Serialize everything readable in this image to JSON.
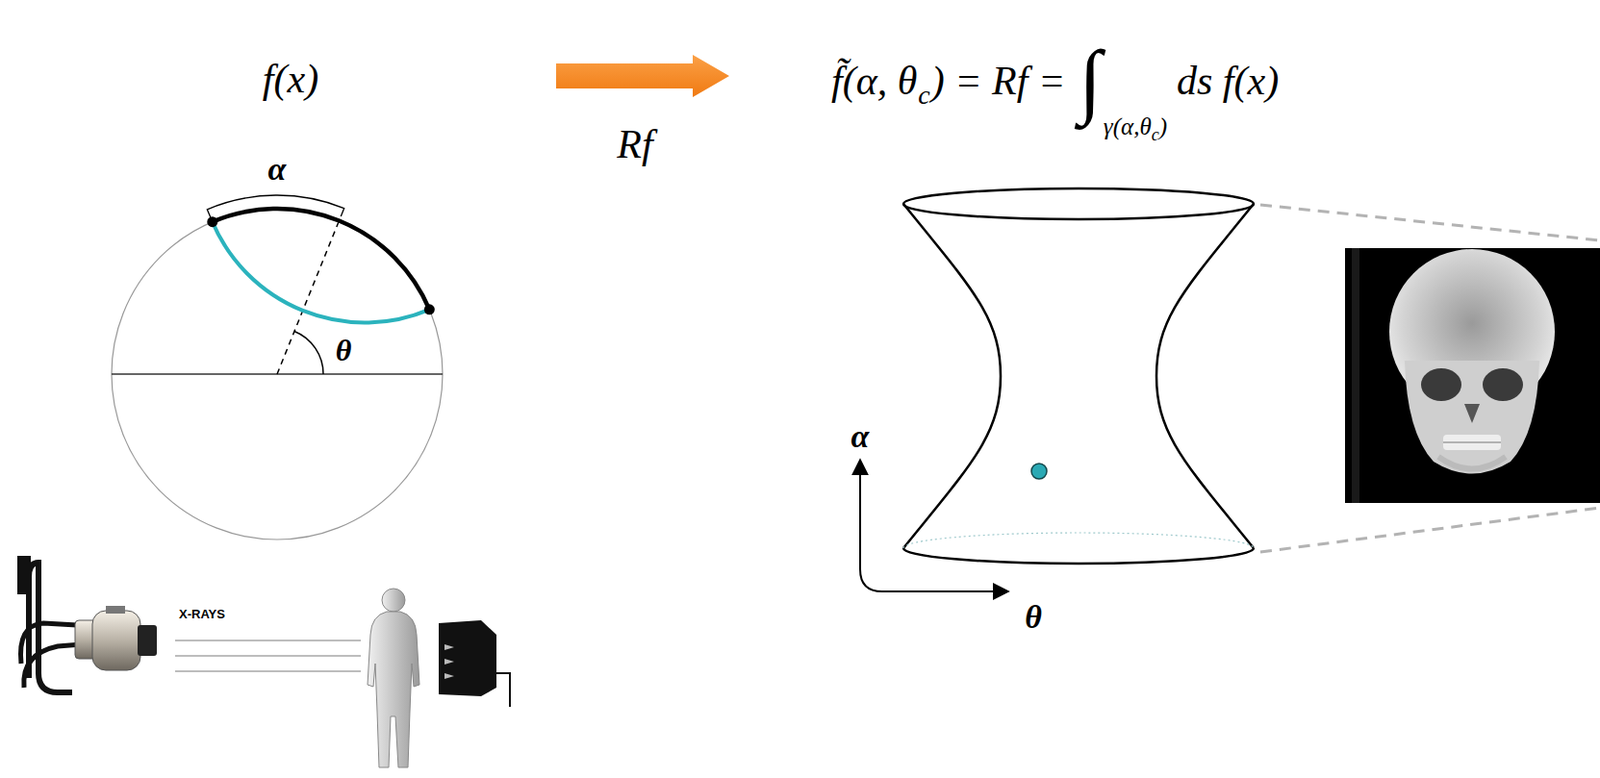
{
  "diagram": {
    "labels": [
      "f(x)",
      "Rf",
      "α",
      "θ",
      "X-RAYS",
      "f̃(α, θ",
      "c",
      ") = Rf =",
      "∫",
      "γ(α,θ",
      "c",
      ")",
      "ds f(x)",
      "α",
      "θ"
    ]
  }
}
